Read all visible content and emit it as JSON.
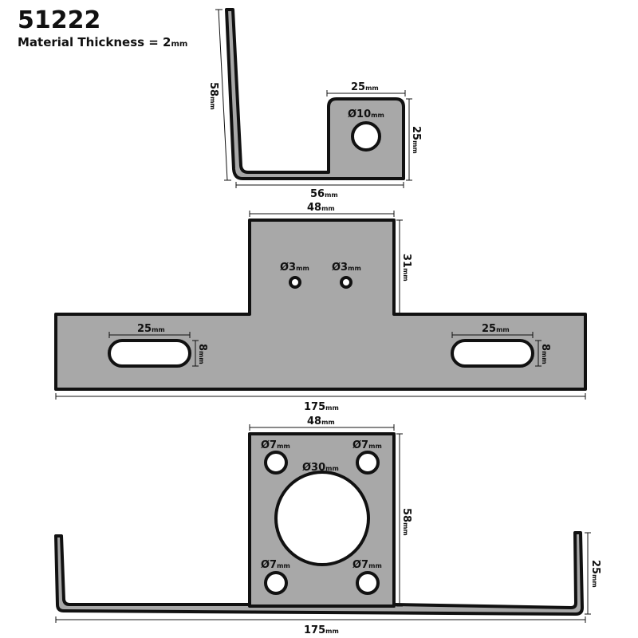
{
  "header": {
    "part_number": "51222",
    "thickness_label": "Material Thickness = 2",
    "thickness_unit": "mm"
  },
  "unit": "mm",
  "side_view": {
    "height": "58",
    "width": "56",
    "tab_width": "25",
    "tab_height": "25",
    "hole": "Ø10"
  },
  "t_plate": {
    "top_width": "48",
    "top_height": "31",
    "small_hole_1": "Ø3",
    "small_hole_2": "Ø3",
    "slot_left_length": "25",
    "slot_left_width": "8",
    "slot_right_length": "25",
    "slot_right_width": "8",
    "total_width": "175"
  },
  "u_bracket": {
    "plate_width": "48",
    "plate_height": "58",
    "center_hole": "Ø30",
    "corner_hole_tl": "Ø7",
    "corner_hole_tr": "Ø7",
    "corner_hole_bl": "Ø7",
    "corner_hole_br": "Ø7",
    "arm_height": "25",
    "total_width": "175"
  }
}
